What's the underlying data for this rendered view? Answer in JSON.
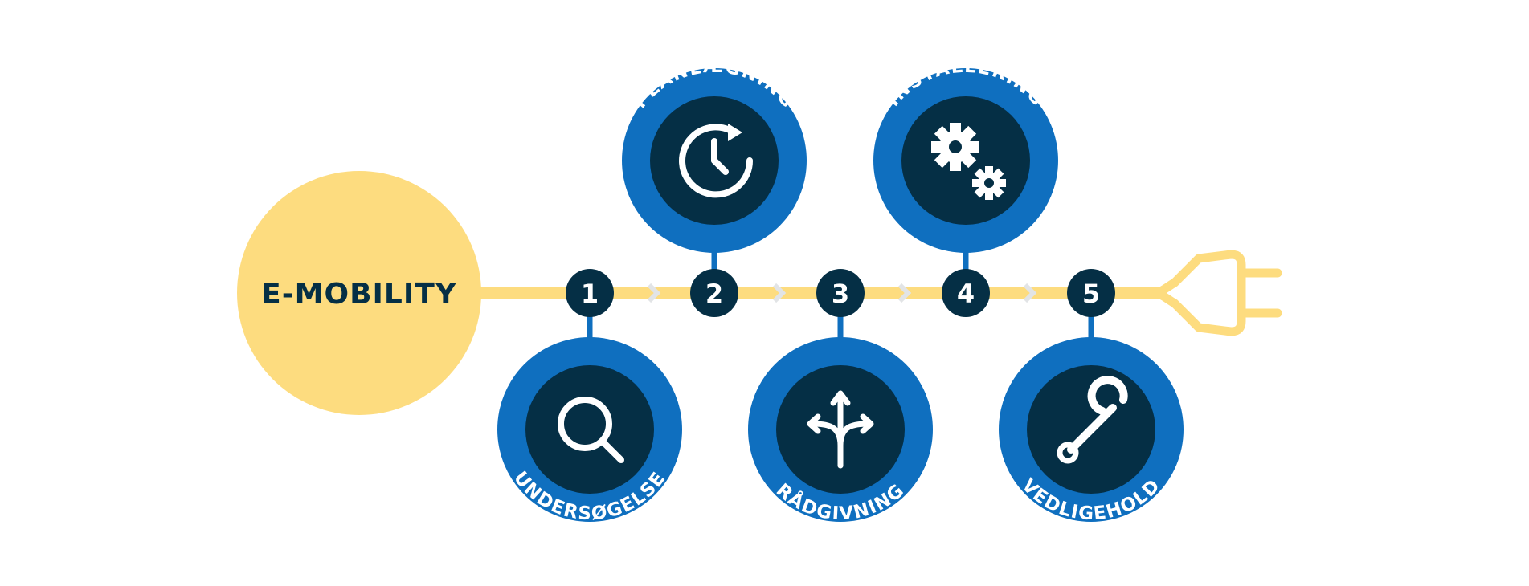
{
  "hub": {
    "label": "E-MOBILITY"
  },
  "steps": [
    {
      "number": "1",
      "label": "UNDERSØGELSE",
      "icon": "magnifier-icon",
      "position": "below"
    },
    {
      "number": "2",
      "label": "PLANLÆGNING",
      "icon": "clock-refresh-icon",
      "position": "above"
    },
    {
      "number": "3",
      "label": "RÅDGIVNING",
      "icon": "branching-arrows-icon",
      "position": "below"
    },
    {
      "number": "4",
      "label": "INSTALLERING",
      "icon": "gears-icon",
      "position": "above"
    },
    {
      "number": "5",
      "label": "VEDLIGEHOLD",
      "icon": "wrench-icon",
      "position": "below"
    }
  ],
  "plug": {
    "icon": "power-plug-icon"
  },
  "colors": {
    "hub_yellow": "#fddc7f",
    "line_yellow": "#fddc7f",
    "ring_blue": "#0f6fbf",
    "inner_navy": "#052f45",
    "chevron_grey": "#e2e4e6",
    "white": "#ffffff"
  }
}
